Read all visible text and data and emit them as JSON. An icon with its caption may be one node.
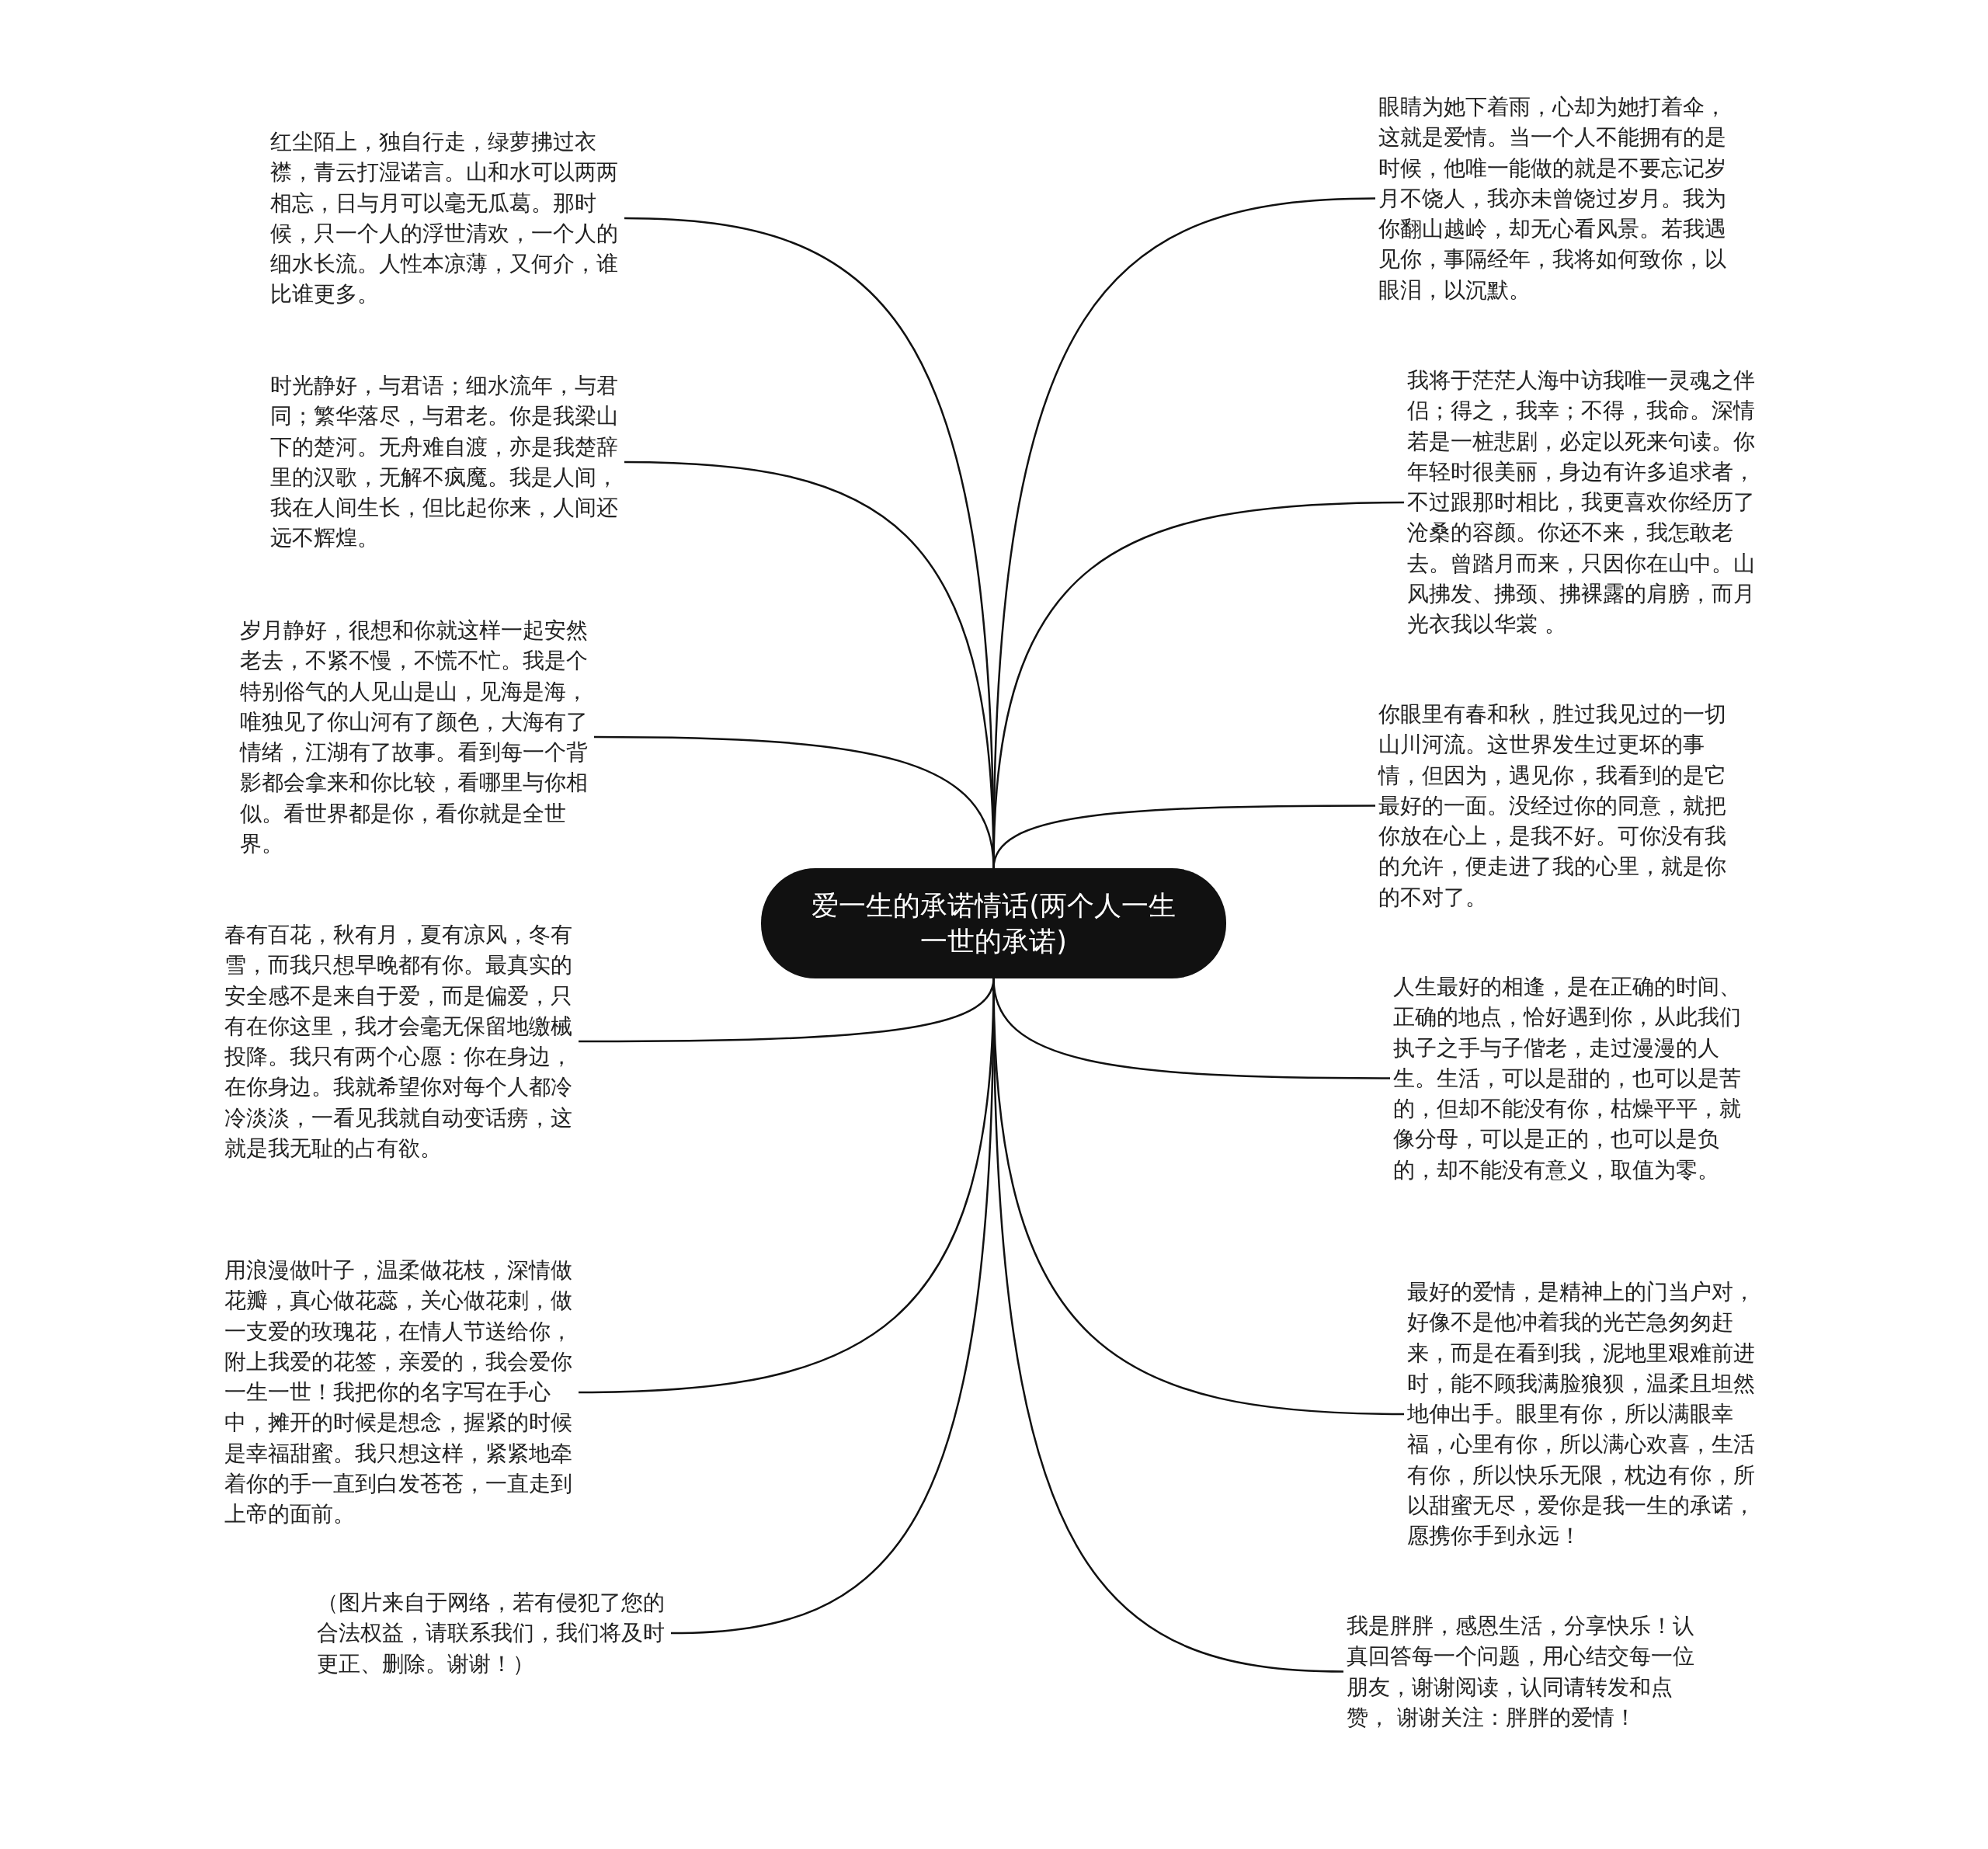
{
  "diagram": {
    "nodes": [
      {
        "text": [
          "爱一生的承诺情话(两个人一生一世的承诺)"
        ]
      },
      {
        "text": [
          "红尘陌上，独自行走，绿萝拂过衣襟，青云打湿诺言。山和水可以两两相忘，日与月可以毫无瓜葛。那时候，只一个人的浮世清欢，一个人的细水长流。人性本凉薄，又何介，谁比谁更多。"
        ]
      },
      {
        "text": [
          "时光静好，与君语；细水流年，与君同；繁华落尽，与君老。你是我梁山下的楚河。无舟难自渡，亦是我楚辞里的汉歌，无解不疯魔。我是人间，我在人间生长，但比起你来，人间还远不辉煌。"
        ]
      },
      {
        "text": [
          "岁月静好，很想和你就这样一起安然老去，不紧不慢，不慌不忙。我是个特别俗气的人见山是山，见海是海，唯独见了你山河有了颜色，大海有了情绪，江湖有了故事。看到每一个背影都会拿来和你比较，看哪里与你相似。看世界都是你，看你就是全世界。"
        ]
      },
      {
        "text": [
          "春有百花，秋有月，夏有凉风，冬有雪，而我只想早晚都有你。最真实的安全感不是来自于爱，而是偏爱，只有在你这里，我才会毫无保留地缴械投降。我只有两个心愿：你在身边，在你身边。我就希望你对每个人都冷冷淡淡，一看见我就自动变话痨，这就是我无耻的占有欲。"
        ]
      },
      {
        "text": [
          "用浪漫做叶子，温柔做花枝，深情做花瓣，真心做花蕊，关心做花刺，做一支爱的玫瑰花，在情人节送给你，附上我爱的花签，亲爱的，我会爱你一生一世！我把你的名字写在手心中，摊开的时候是想念，握紧的时候是幸福甜蜜。我只想这样，紧紧地牵着你的手一直到白发苍苍，一直走到上帝的面前。"
        ]
      },
      {
        "text": [
          "（图片来自于网络，若有侵犯了您的合法权益，请联系我们，我们将及时更正、删除。谢谢！）"
        ]
      },
      {
        "text": [
          "眼睛为她下着雨，心却为她打着伞，这就是爱情。当一个人不能拥有的是时候，他唯一能做的就是不要忘记岁月不饶人，我亦未曾饶过岁月。我为你翻山越岭，却无心看风景。若我遇见你，事隔经年，我将如何致你，以眼泪，以沉默。"
        ]
      },
      {
        "text": [
          "我将于茫茫人海中访我唯一灵魂之伴侣；得之，我幸；不得，我命。深情若是一桩悲剧，必定以死来句读。你年轻时很美丽，身边有许多追求者，不过跟那时相比，我更喜欢你经历了沧桑的容颜。你还不来，我怎敢老去。曾踏月而来，只因你在山中。山风拂发、拂颈、拂裸露的肩膀，而月光衣我以华裳 。"
        ]
      },
      {
        "text": [
          "你眼里有春和秋，胜过我见过的一切山川河流。这世界发生过更坏的事情，但因为，遇见你，我看到的是它最好的一面。没经过你的同意，就把你放在心上，是我不好。可你没有我的允许，便走进了我的心里，就是你的不对了。"
        ]
      },
      {
        "text": [
          "人生最好的相逢，是在正确的时间、正确的地点，恰好遇到你，从此我们执子之手与子偕老，走过漫漫的人生。生活，可以是甜的，也可以是苦的，但却不能没有你，枯燥平平，就像分母，可以是正的，也可以是负的，却不能没有意义，取值为零。"
        ]
      },
      {
        "text": [
          "最好的爱情，是精神上的门当户对，好像不是他冲着我的光芒急匆匆赶来，而是在看到我，泥地里艰难前进时，能不顾我满脸狼狈，温柔且坦然地伸出手。眼里有你，所以满眼幸福，心里有你，所以满心欢喜，生活有你，所以快乐无限，枕边有你，所以甜蜜无尽，爱你是我一生的承诺，愿携你手到永远！"
        ]
      },
      {
        "text": [
          "我是胖胖，感恩生活，分享快乐！认真回答每一个问题，用心结交每一位朋友，谢谢阅读，认同请转发和点赞， 谢谢关注：胖胖的爱情！"
        ]
      }
    ],
    "edges": [
      {
        "from": 0,
        "to": 1,
        "arrow": "none"
      },
      {
        "from": 0,
        "to": 2,
        "arrow": "none"
      },
      {
        "from": 0,
        "to": 3,
        "arrow": "none"
      },
      {
        "from": 0,
        "to": 4,
        "arrow": "none"
      },
      {
        "from": 0,
        "to": 5,
        "arrow": "none"
      },
      {
        "from": 0,
        "to": 6,
        "arrow": "none"
      },
      {
        "from": 0,
        "to": 7,
        "arrow": "none"
      },
      {
        "from": 0,
        "to": 8,
        "arrow": "none"
      },
      {
        "from": 0,
        "to": 9,
        "arrow": "none"
      },
      {
        "from": 0,
        "to": 10,
        "arrow": "none"
      },
      {
        "from": 0,
        "to": 11,
        "arrow": "none"
      },
      {
        "from": 0,
        "to": 12,
        "arrow": "none"
      }
    ]
  }
}
